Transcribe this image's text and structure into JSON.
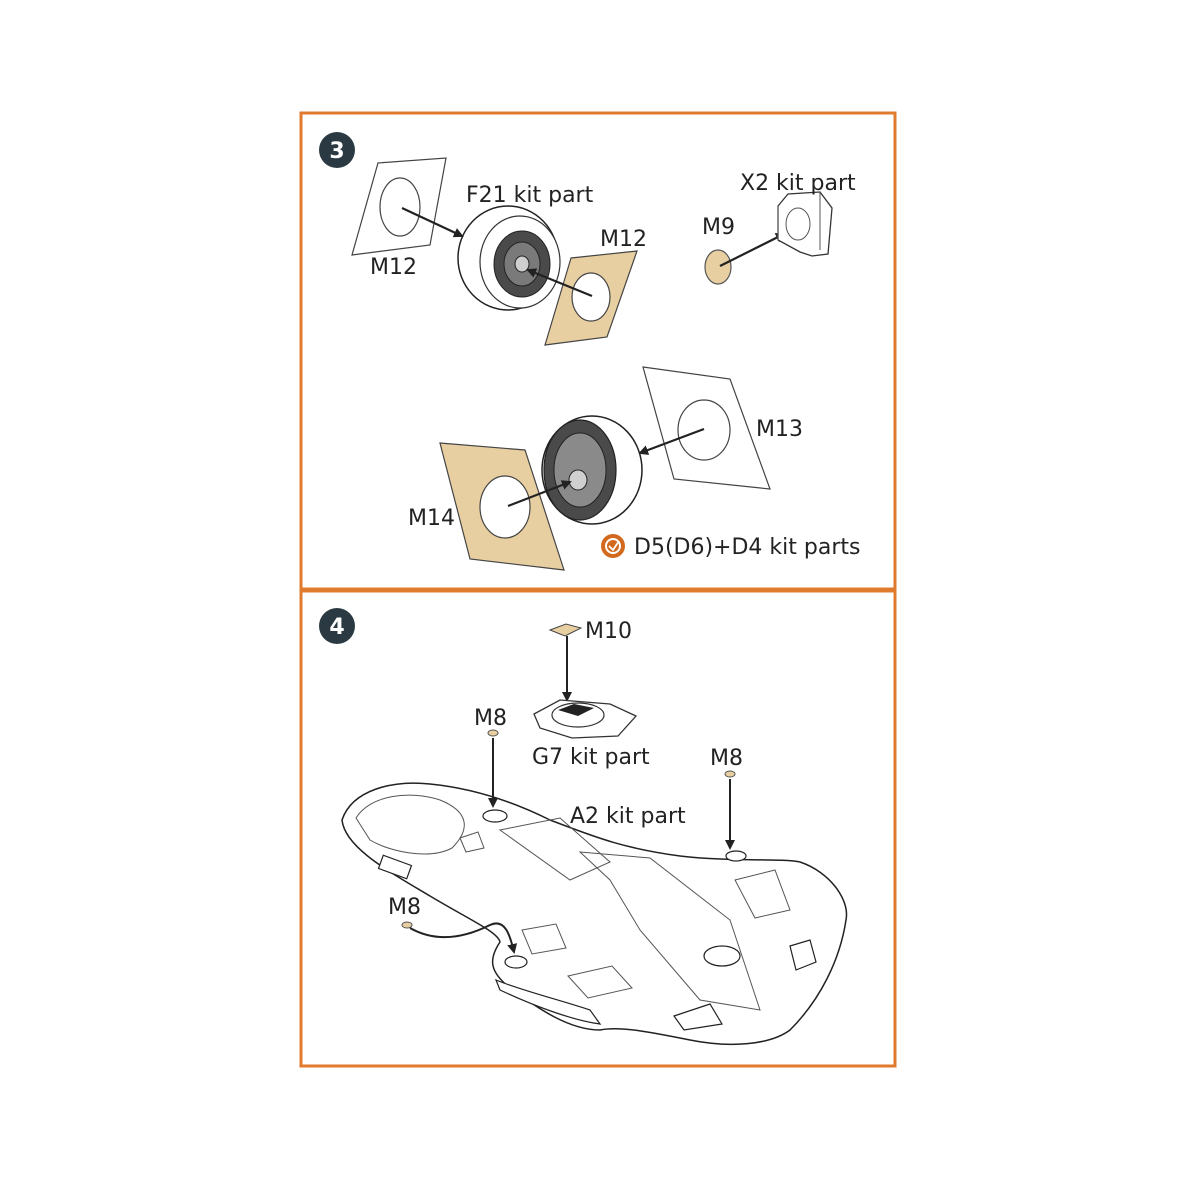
{
  "colors": {
    "frame": "#E07B2E",
    "mask_fill": "#E8CFA2",
    "step_badge": "#2B3A42",
    "line": "#222222",
    "kit_icon": "#D2691E"
  },
  "step3": {
    "number": "3",
    "labels": {
      "f21": "F21 kit part",
      "m12_left": "M12",
      "m12_right": "M12",
      "x2": "X2 kit part",
      "m9": "M9",
      "m13": "M13",
      "m14": "M14",
      "d5": "D5(D6)+D4 kit parts"
    },
    "icons": {
      "kit_parts": "kit-parts-icon"
    }
  },
  "step4": {
    "number": "4",
    "labels": {
      "m10": "M10",
      "g7": "G7 kit part",
      "m8_top": "M8",
      "m8_right": "M8",
      "m8_left": "M8",
      "a2": "A2 kit part"
    }
  }
}
